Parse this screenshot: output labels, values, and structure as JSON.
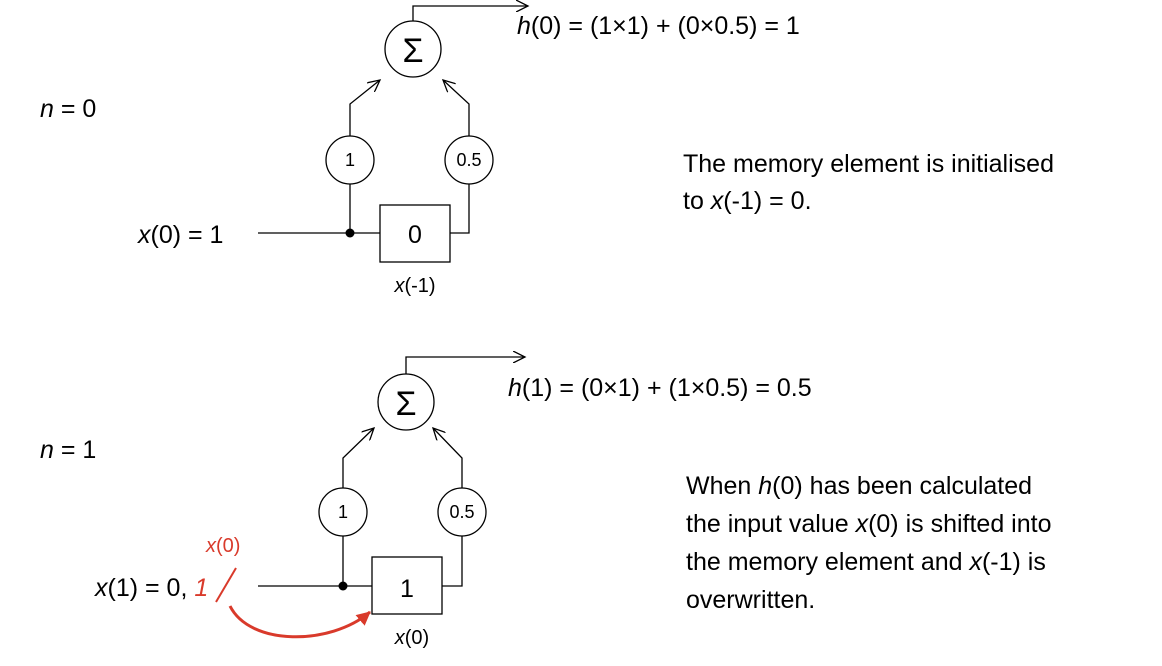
{
  "panel0": {
    "n_label": {
      "var": "n",
      "rest": " = 0"
    },
    "sum_symbol": "Σ",
    "weight_left": "1",
    "weight_right": "0.5",
    "delay_value": "0",
    "delay_label": {
      "var": "x",
      "rest": "(-1)"
    },
    "input": {
      "var": "x",
      "rest": "(0) = 1"
    },
    "output": {
      "var": "h",
      "rest": "(0) = (1×1) + (0×0.5) = 1"
    },
    "note": {
      "line1": "The memory element is initialised",
      "line2_pre": "to ",
      "line2_var": "x",
      "line2_post": "(-1) = 0."
    }
  },
  "panel1": {
    "n_label": {
      "var": "n",
      "rest": " = 1"
    },
    "sum_symbol": "Σ",
    "weight_left": "1",
    "weight_right": "0.5",
    "delay_value": "1",
    "delay_label": {
      "var": "x",
      "rest": "(0)"
    },
    "input": {
      "var": "x",
      "rest": "(1) = 0, ",
      "struck": "1"
    },
    "shift_label": {
      "var": "x",
      "rest": "(0)"
    },
    "output": {
      "var": "h",
      "rest": "(1) = (0×1) + (1×0.5) = 0.5"
    },
    "note": {
      "line1_pre": "When ",
      "line1_var": "h",
      "line1_post": "(0) has been calculated",
      "line2_pre": "the input value ",
      "line2_var": "x",
      "line2_post": "(0) is shifted into",
      "line3_pre": "the memory element and ",
      "line3_var": "x",
      "line3_post": "(-1) is",
      "line4": "overwritten."
    }
  },
  "colors": {
    "accent": "#d93a2b",
    "ink": "#000000"
  }
}
